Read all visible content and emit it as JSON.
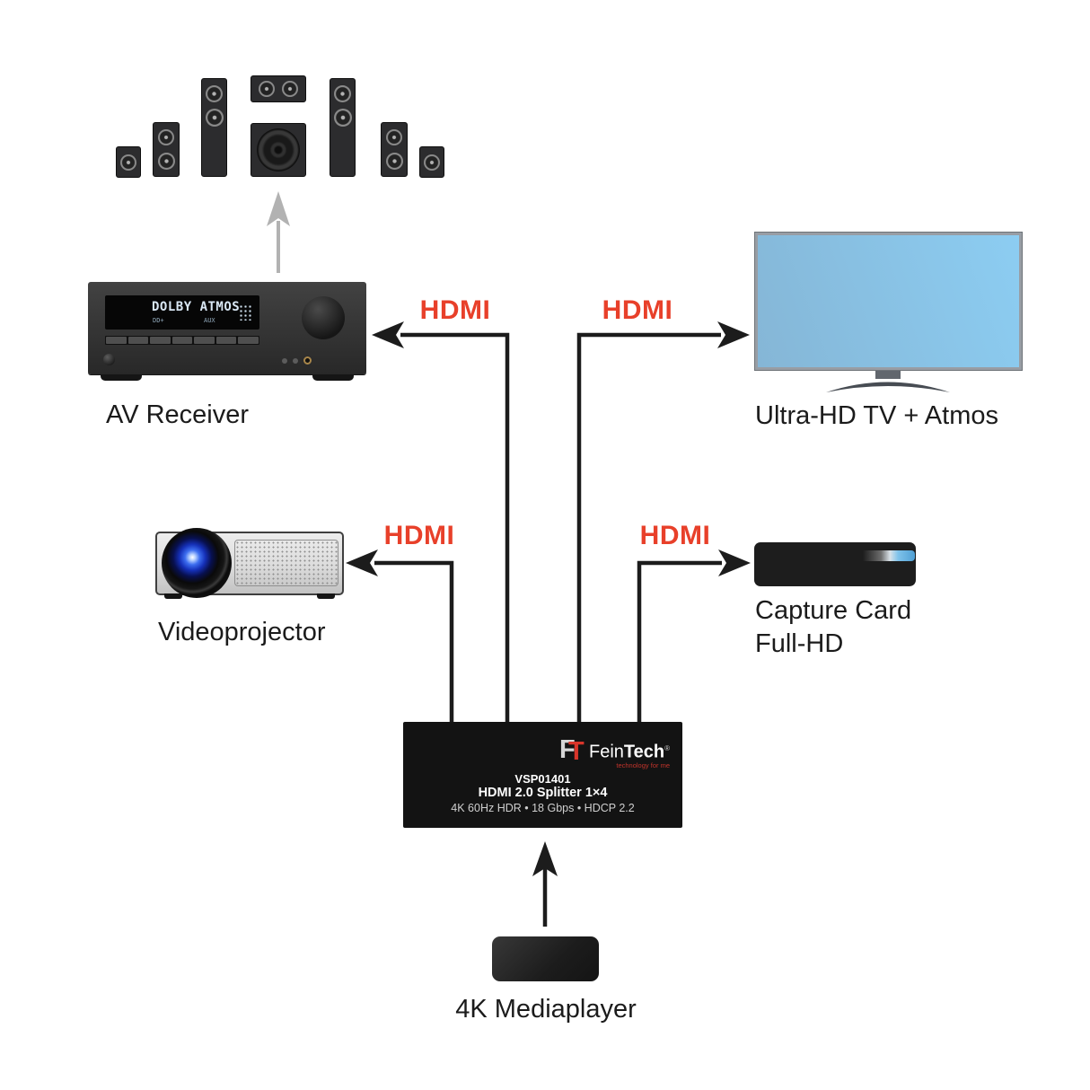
{
  "colors": {
    "hdmi_red": "#e8402a",
    "brand_red": "#d8352a",
    "tv_screen_blue": "#85bfe6",
    "lens_blue": "#2a4fd8"
  },
  "connections": [
    {
      "id": "splitter-to-av-receiver",
      "label": "HDMI"
    },
    {
      "id": "splitter-to-tv",
      "label": "HDMI"
    },
    {
      "id": "splitter-to-projector",
      "label": "HDMI"
    },
    {
      "id": "splitter-to-capture-card",
      "label": "HDMI"
    }
  ],
  "devices": {
    "av_receiver": {
      "label": "AV Receiver",
      "display_main": "DOLBY ATMOS",
      "display_left": "DD+",
      "display_right": "AUX"
    },
    "tv": {
      "label": "Ultra-HD TV + Atmos"
    },
    "projector": {
      "label": "Videoprojector"
    },
    "capture_card": {
      "label_line1": "Capture Card",
      "label_line2": "Full-HD"
    },
    "mediaplayer": {
      "label": "4K Mediaplayer"
    },
    "splitter": {
      "brand_emblem_f": "F",
      "brand_emblem_t": "T",
      "brand_name_regular": "Fein",
      "brand_name_bold": "Tech",
      "brand_reg_mark": "®",
      "brand_tagline": "technology for me",
      "model": "VSP01401",
      "product_name": "HDMI 2.0 Splitter 1×4",
      "specs": "4K 60Hz HDR • 18 Gbps • HDCP 2.2"
    }
  }
}
